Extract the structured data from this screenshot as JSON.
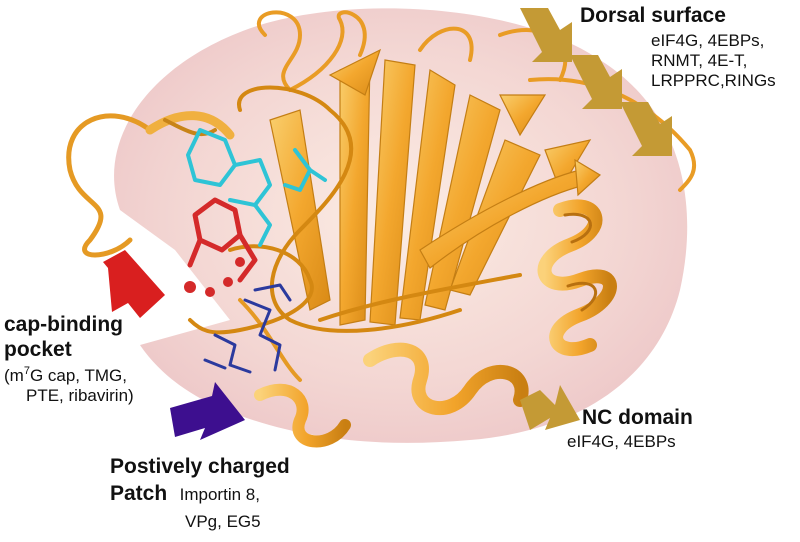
{
  "colors": {
    "background": "#ffffff",
    "halo": "#efc6c6",
    "ribbon": "#f3a72e",
    "ribbon_light": "#f8c766",
    "ribbon_dark": "#c77d12",
    "arrow_gold": "#c49a35",
    "arrow_red": "#d91f1f",
    "arrow_purple": "#3d0f8f",
    "ligand_cyan": "#2ec4d6",
    "ligand_red": "#d42a2a",
    "residue_blue": "#2b3a9e"
  },
  "labels": {
    "dorsal": {
      "title": "Dorsal surface",
      "lines": [
        "eIF4G, 4EBPs,",
        "RNMT, 4E-T,",
        "LRPPRC,RINGs"
      ]
    },
    "cap": {
      "title_lines": [
        "cap-binding",
        "pocket"
      ],
      "line1_pre": "(m",
      "line1_sup": "7",
      "line1_post": "G cap, TMG,",
      "line2": "PTE, ribavirin)"
    },
    "nc": {
      "title": "NC domain",
      "line": "eIF4G, 4EBPs"
    },
    "patch": {
      "title_line1": "Postively charged",
      "title_line2": "Patch",
      "inline": "Importin 8,",
      "line2": "VPg, EG5"
    }
  },
  "icons": {
    "dorsal_arrows": "gold-arrow-icon",
    "cap_arrow": "red-arrow-icon",
    "patch_arrow": "purple-arrow-icon",
    "nc_arrow": "gold-arrow-icon"
  }
}
